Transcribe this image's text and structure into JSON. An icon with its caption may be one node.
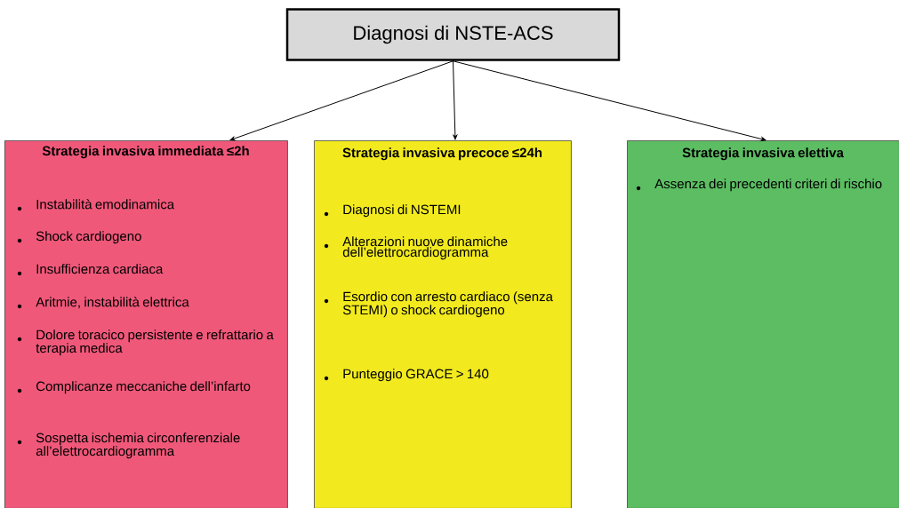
{
  "diagram": {
    "nodes": [
      {
        "text": [
          "Diagnosi di NSTE-ACS"
        ]
      },
      {
        "text": [
          "Strategia invasiva immediata ≤2h",
          "Instabilità emodinamica",
          "Shock cardiogeno",
          "Insufficienza cardiaca",
          "Aritmie, instabilità elettrica",
          "Dolore toracico persistente e refrattario a terapia medica",
          "Complicanze meccaniche dell’infarto",
          "Sospetta ischemia circonferenziale all’elettrocardiogramma"
        ]
      },
      {
        "text": [
          "Strategia invasiva precoce ≤24h",
          "Diagnosi di NSTEMI",
          "Alterazioni nuove dinamiche dell’elettrocardiogramma",
          "Esordio con arresto cardiaco (senza STEMI) o shock cardiogeno",
          "Punteggio GRACE > 140"
        ]
      },
      {
        "text": [
          "Strategia invasiva elettiva",
          "Assenza dei precedenti criteri di rischio"
        ]
      }
    ],
    "edges": [
      {
        "from": 0,
        "to": 1,
        "arrow": "to"
      },
      {
        "from": 0,
        "to": 2,
        "arrow": "to"
      },
      {
        "from": 0,
        "to": 3,
        "arrow": "to"
      }
    ]
  }
}
